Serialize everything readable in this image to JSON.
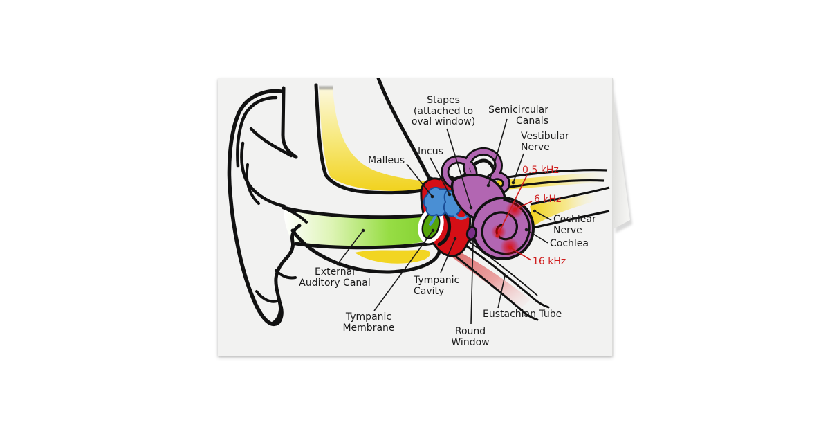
{
  "page": {
    "background": "#ffffff"
  },
  "card": {
    "kind": "folded greeting card mockup",
    "front_background": "#f2f2f1"
  },
  "diagram": {
    "labels": {
      "stapes": {
        "text": "Stapes\n(attached to\noval window)"
      },
      "semicircular_canals": {
        "text": "Semicircular\nCanals"
      },
      "vestibular_nerve": {
        "text": "Vestibular\nNerve"
      },
      "malleus": {
        "text": "Malleus"
      },
      "incus": {
        "text": "Incus"
      },
      "khz_05": {
        "text": "0.5 kHz",
        "color": "#d01f1f"
      },
      "khz_6": {
        "text": "6 kHz",
        "color": "#d01f1f"
      },
      "cochlear_nerve": {
        "text": "Cochlear\nNerve"
      },
      "cochlea": {
        "text": "Cochlea"
      },
      "khz_16": {
        "text": "16 kHz",
        "color": "#d01f1f"
      },
      "external_auditory_canal": {
        "text": "External\nAuditory Canal"
      },
      "tympanic_cavity": {
        "text": "Tympanic\nCavity"
      },
      "tympanic_membrane": {
        "text": "Tympanic\nMembrane"
      },
      "round_window": {
        "text": "Round\nWindow"
      },
      "eustachian_tube": {
        "text": "Eustachian Tube"
      }
    },
    "colors": {
      "label_ink": "#1b1b1b",
      "frequency_red": "#d01f1f",
      "outline_black": "#111111",
      "canal_green": "#8bd73a",
      "membrane_green": "#55a50a",
      "bone_yellow": "#f2d522",
      "cavity_red": "#d50f16",
      "ossicle_blue": "#4a8fd4",
      "inner_ear_purple": "#b266b2",
      "round_window_violet": "#7b2f88",
      "eustachian_pink": "#dd7676"
    }
  }
}
